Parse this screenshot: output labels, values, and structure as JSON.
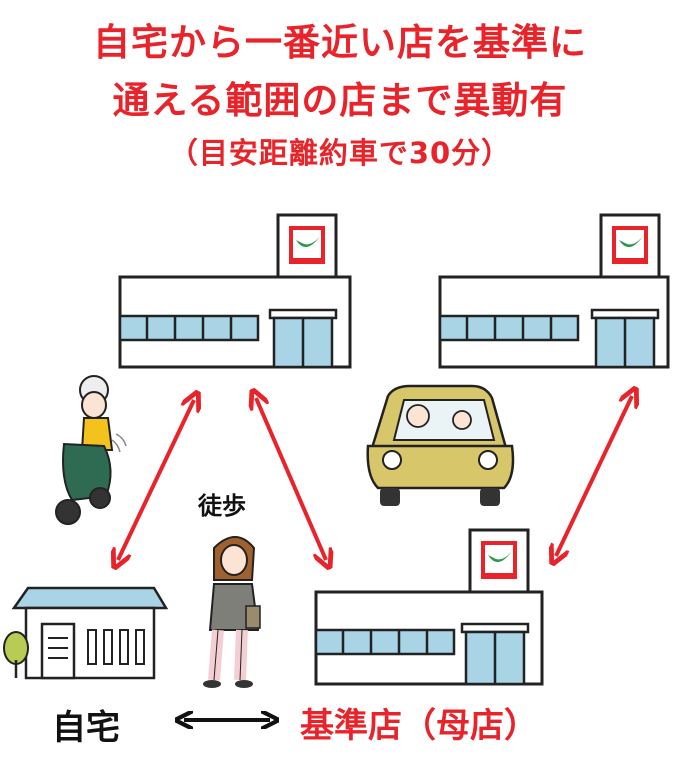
{
  "heading": {
    "line1": "自宅から一番近い店を基準に",
    "line2": "通える範囲の店まで異動有",
    "line3": "（目安距離約車で30分）"
  },
  "labels": {
    "home": "自宅",
    "base_store": "基準店（母店）",
    "walk": "徒歩"
  },
  "icons": [
    "store-logo-icon",
    "scooter-rider-icon",
    "car-driver-icon",
    "walking-woman-icon",
    "house-icon",
    "tree-icon",
    "double-arrow-icon"
  ],
  "colors": {
    "accent_red": "#e8232a",
    "store_window": "#a8d4e6",
    "logo_green": "#2a9a4a",
    "car_yellow": "#d8c66a",
    "scooter_green": "#2f6b52"
  }
}
